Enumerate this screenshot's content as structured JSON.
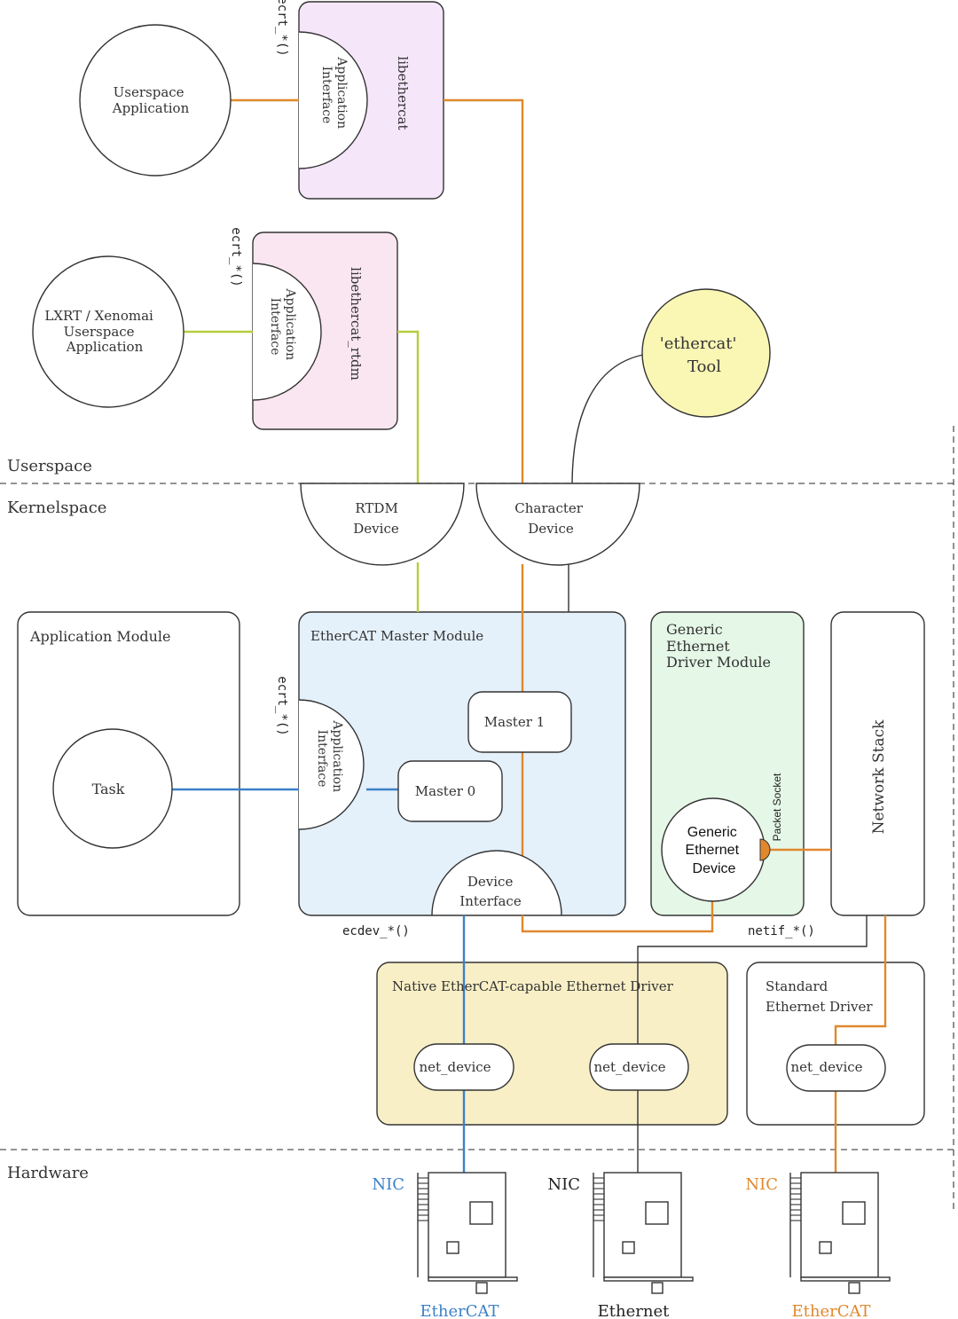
{
  "colors": {
    "orange": "#e0882d",
    "blue": "#3b82c8",
    "green": "#b8cc3c",
    "dark": "#333333",
    "libethercat_fill": "#f5e6fa",
    "rtdm_fill": "#f9e6f0",
    "master_fill": "#e4f0fa",
    "generic_fill": "#e5f7e6",
    "native_fill": "#f8efc6",
    "tool_fill": "#faf6b4"
  },
  "zones": {
    "userspace": "Userspace",
    "kernelspace": "Kernelspace",
    "hardware": "Hardware"
  },
  "userspace_app": {
    "line1": "Userspace",
    "line2": "Application"
  },
  "libethercat": {
    "name": "libethercat",
    "api_line1": "Application",
    "api_line2": "Interface",
    "func": "ecrt_*()"
  },
  "lxrt_app": {
    "line1": "LXRT / Xenomai",
    "line2": "Userspace",
    "line3": "Application"
  },
  "libethercat_rtdm": {
    "name": "libethercat_rtdm",
    "api_line1": "Application",
    "api_line2": "Interface",
    "func": "ecrt_*()"
  },
  "tool": {
    "line1": "'ethercat'",
    "line2": "Tool"
  },
  "rtdm_device": {
    "line1": "RTDM",
    "line2": "Device"
  },
  "char_device": {
    "line1": "Character",
    "line2": "Device"
  },
  "app_module": {
    "title": "Application Module",
    "task": "Task"
  },
  "master_module": {
    "title": "EtherCAT Master Module",
    "api_line1": "Application",
    "api_line2": "Interface",
    "func": "ecrt_*()",
    "master1": "Master 1",
    "master0": "Master 0",
    "devif_line1": "Device",
    "devif_line2": "Interface"
  },
  "generic_module": {
    "line1": "Generic",
    "line2": "Ethernet",
    "line3": "Driver Module",
    "device_line1": "Generic",
    "device_line2": "Ethernet",
    "device_line3": "Device",
    "socket": "Packet Socket"
  },
  "network_stack": "Network Stack",
  "ecdev_func": "ecdev_*()",
  "netif_func": "netif_*()",
  "native_driver": {
    "title": "Native EtherCAT-capable Ethernet Driver",
    "netdev1": "net_device",
    "netdev2": "net_device"
  },
  "standard_driver": {
    "line1": "Standard",
    "line2": "Ethernet Driver",
    "netdev": "net_device"
  },
  "nics": [
    {
      "label": "NIC",
      "bottom": "EtherCAT"
    },
    {
      "label": "NIC",
      "bottom": "Ethernet"
    },
    {
      "label": "NIC",
      "bottom": "EtherCAT"
    }
  ]
}
